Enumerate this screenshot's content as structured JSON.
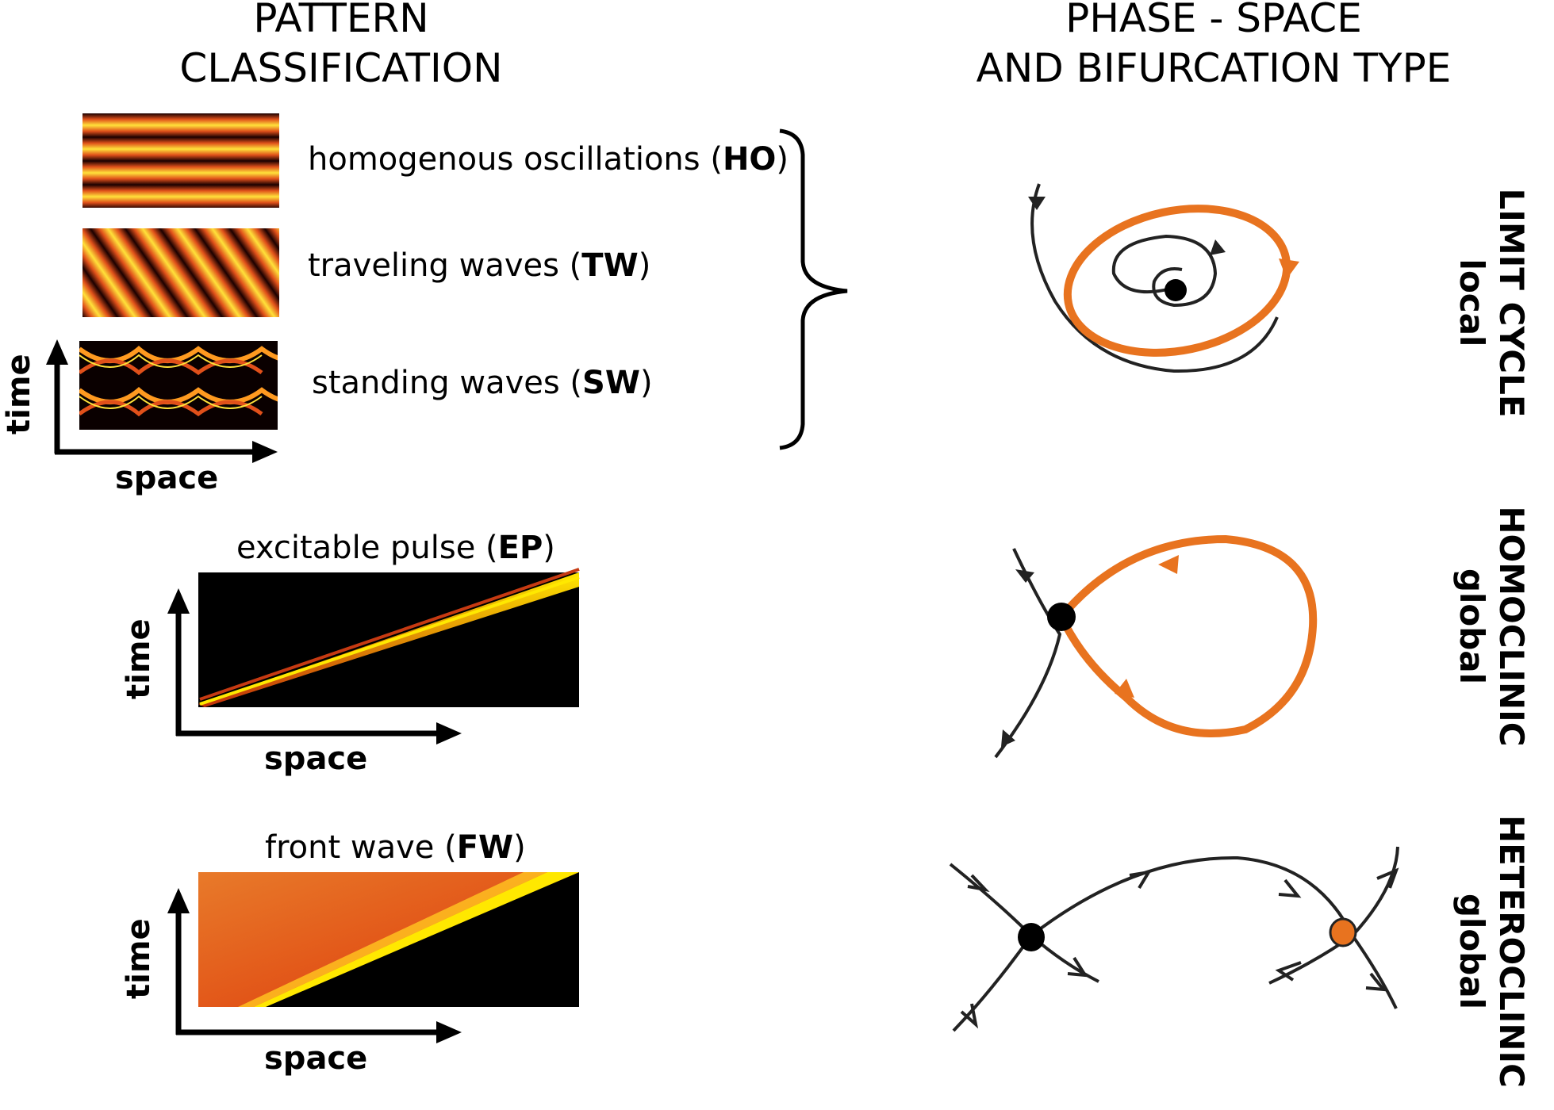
{
  "headings": {
    "left": "PATTERN CLASSIFICATION",
    "right_line1": "PHASE - SPACE",
    "right_line2": "AND BIFURCATION TYPE"
  },
  "patterns": {
    "ho": {
      "text": "homogenous oscillations (",
      "abbr": "HO",
      "close": ")"
    },
    "tw": {
      "text": "traveling waves (",
      "abbr": "TW",
      "close": ")"
    },
    "sw": {
      "text": "standing waves (",
      "abbr": "SW",
      "close": ")"
    },
    "ep": {
      "text": "excitable pulse (",
      "abbr": "EP",
      "close": ")"
    },
    "fw": {
      "text": "front wave (",
      "abbr": "FW",
      "close": ")"
    }
  },
  "axes": {
    "time": "time",
    "space": "space"
  },
  "bifurcations": {
    "limit_cycle": {
      "type": "LIMIT CYCLE",
      "scope": "local"
    },
    "homoclinic": {
      "type": "HOMOCLINIC",
      "scope": "global"
    },
    "heteroclinic": {
      "type": "HETEROCLINIC",
      "scope": "global"
    }
  },
  "colors": {
    "orange": "#e8731f",
    "dark": "#111111",
    "yellow": "#ffe800"
  }
}
